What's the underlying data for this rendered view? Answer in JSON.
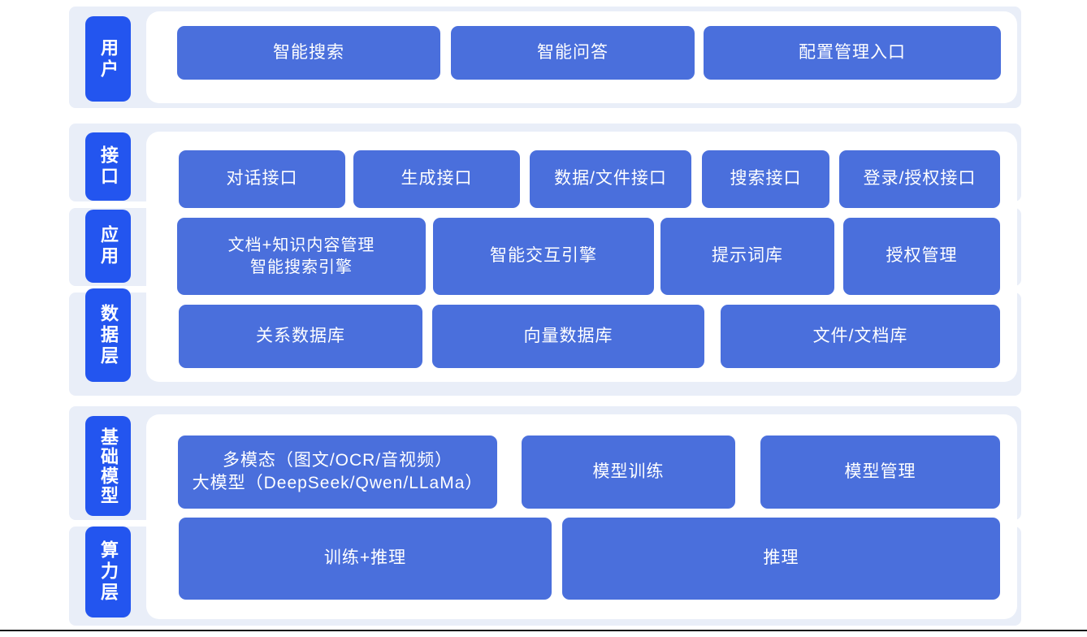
{
  "colors": {
    "layer_label_bg": "#2355ef",
    "node_bg": "#4a6fdc",
    "band_bg": "#e9eef8",
    "panel_bg": "#ffffff",
    "text": "#ffffff",
    "bottom_line": "#151515"
  },
  "sections": [
    {
      "id": "user",
      "layers": [
        {
          "label": "用户"
        }
      ],
      "rows": [
        {
          "items": [
            {
              "label": "智能搜索"
            },
            {
              "label": "智能问答"
            },
            {
              "label": "配置管理入口"
            }
          ]
        }
      ]
    },
    {
      "id": "platform",
      "layers": [
        {
          "label": "接口"
        },
        {
          "label": "应用"
        },
        {
          "label": "数据层"
        }
      ],
      "rows": [
        {
          "items": [
            {
              "label": "对话接口"
            },
            {
              "label": "生成接口"
            },
            {
              "label": "数据/文件接口"
            },
            {
              "label": "搜索接口"
            },
            {
              "label": "登录/授权接口"
            }
          ]
        },
        {
          "items": [
            {
              "label": "文档+知识内容管理\n智能搜索引擎"
            },
            {
              "label": "智能交互引擎"
            },
            {
              "label": "提示词库"
            },
            {
              "label": "授权管理"
            }
          ]
        },
        {
          "items": [
            {
              "label": "关系数据库"
            },
            {
              "label": "向量数据库"
            },
            {
              "label": "文件/文档库"
            }
          ]
        }
      ]
    },
    {
      "id": "foundation",
      "layers": [
        {
          "label": "基础模型"
        },
        {
          "label": "算力层"
        }
      ],
      "rows": [
        {
          "items": [
            {
              "label": "多模态（图文/OCR/音视频）\n大模型（DeepSeek/Qwen/LLaMa）"
            },
            {
              "label": "模型训练"
            },
            {
              "label": "模型管理"
            }
          ]
        },
        {
          "items": [
            {
              "label": "训练+推理"
            },
            {
              "label": "推理"
            }
          ]
        }
      ]
    }
  ]
}
